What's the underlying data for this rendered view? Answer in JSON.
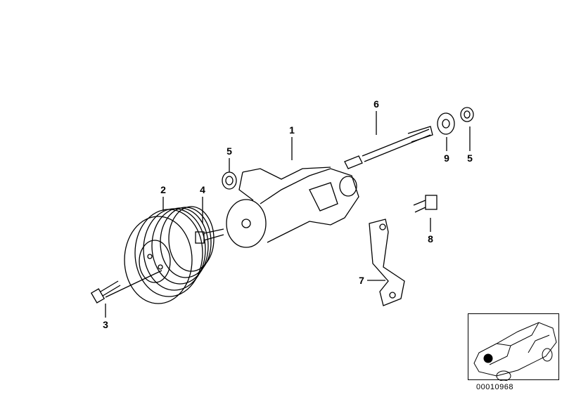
{
  "callouts": [
    {
      "id": "1",
      "label": "1"
    },
    {
      "id": "2",
      "label": "2"
    },
    {
      "id": "3",
      "label": "3"
    },
    {
      "id": "4",
      "label": "4"
    },
    {
      "id": "5a",
      "label": "5"
    },
    {
      "id": "6",
      "label": "6"
    },
    {
      "id": "9",
      "label": "9"
    },
    {
      "id": "5b",
      "label": "5"
    },
    {
      "id": "8",
      "label": "8"
    },
    {
      "id": "7",
      "label": "7"
    }
  ],
  "reference_number": "00010968"
}
